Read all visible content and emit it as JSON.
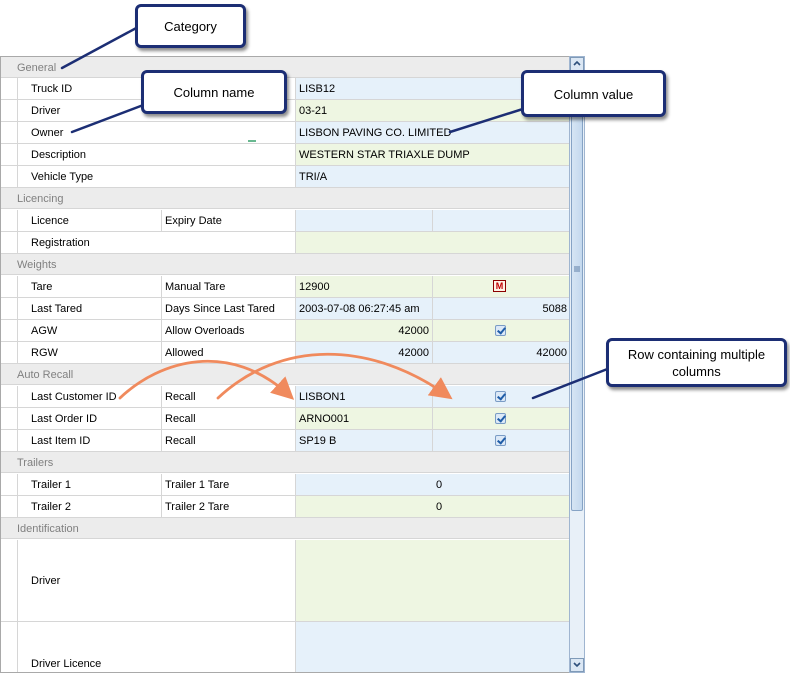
{
  "callouts": {
    "category": "Category",
    "column_name": "Column name",
    "column_value": "Column value",
    "multi_row": "Row containing multiple columns"
  },
  "categories": {
    "general": "General",
    "licencing": "Licencing",
    "weights": "Weights",
    "auto_recall": "Auto Recall",
    "trailers": "Trailers",
    "identification": "Identification"
  },
  "general": {
    "truck_id": {
      "label": "Truck ID",
      "value": "LISB12"
    },
    "driver": {
      "label": "Driver",
      "value": "03-21"
    },
    "owner": {
      "label": "Owner",
      "value": "LISBON PAVING CO. LIMITED"
    },
    "description": {
      "label": "Description",
      "value": "WESTERN STAR TRIAXLE DUMP"
    },
    "vehicle_type": {
      "label": "Vehicle Type",
      "value": "TRI/A"
    }
  },
  "licencing": {
    "licence": {
      "label": "Licence",
      "sub": "Expiry Date",
      "value": "",
      "value2": ""
    },
    "registration": {
      "label": "Registration",
      "value": ""
    }
  },
  "weights": {
    "tare": {
      "label": "Tare",
      "sub": "Manual Tare",
      "value": "12900",
      "badge": "M"
    },
    "last_tared": {
      "label": "Last Tared",
      "sub": "Days Since Last Tared",
      "value": "2003-07-08 06:27:45 am",
      "value2": "5088"
    },
    "agw": {
      "label": "AGW",
      "sub": "Allow Overloads",
      "value": "42000",
      "checked": true
    },
    "rgw": {
      "label": "RGW",
      "sub": "Allowed",
      "value": "42000",
      "value2": "42000"
    }
  },
  "auto_recall": {
    "customer": {
      "label": "Last Customer ID",
      "sub": "Recall",
      "value": "LISBON1",
      "checked": true
    },
    "order": {
      "label": "Last Order ID",
      "sub": "Recall",
      "value": "ARNO001",
      "checked": true
    },
    "item": {
      "label": "Last Item ID",
      "sub": "Recall",
      "value": "SP19 B",
      "checked": true
    }
  },
  "trailers": {
    "trailer1": {
      "label": "Trailer 1",
      "sub": "Trailer 1 Tare",
      "value": "0"
    },
    "trailer2": {
      "label": "Trailer 2",
      "sub": "Trailer 2 Tare",
      "value": "0"
    }
  },
  "identification": {
    "driver": {
      "label": "Driver"
    },
    "driver_licence": {
      "label": "Driver Licence"
    }
  },
  "colors": {
    "callout_border": "#1c2e74",
    "arrow_orange": "#f08a5d",
    "cell_blue": "#e6f1fa",
    "cell_green": "#eef6e2"
  },
  "icons": {
    "scroll_up": "scroll-up-icon",
    "scroll_down": "scroll-down-icon",
    "manual_tare_badge": "manual-tare-badge",
    "checkbox": "checkbox-checked-icon"
  }
}
